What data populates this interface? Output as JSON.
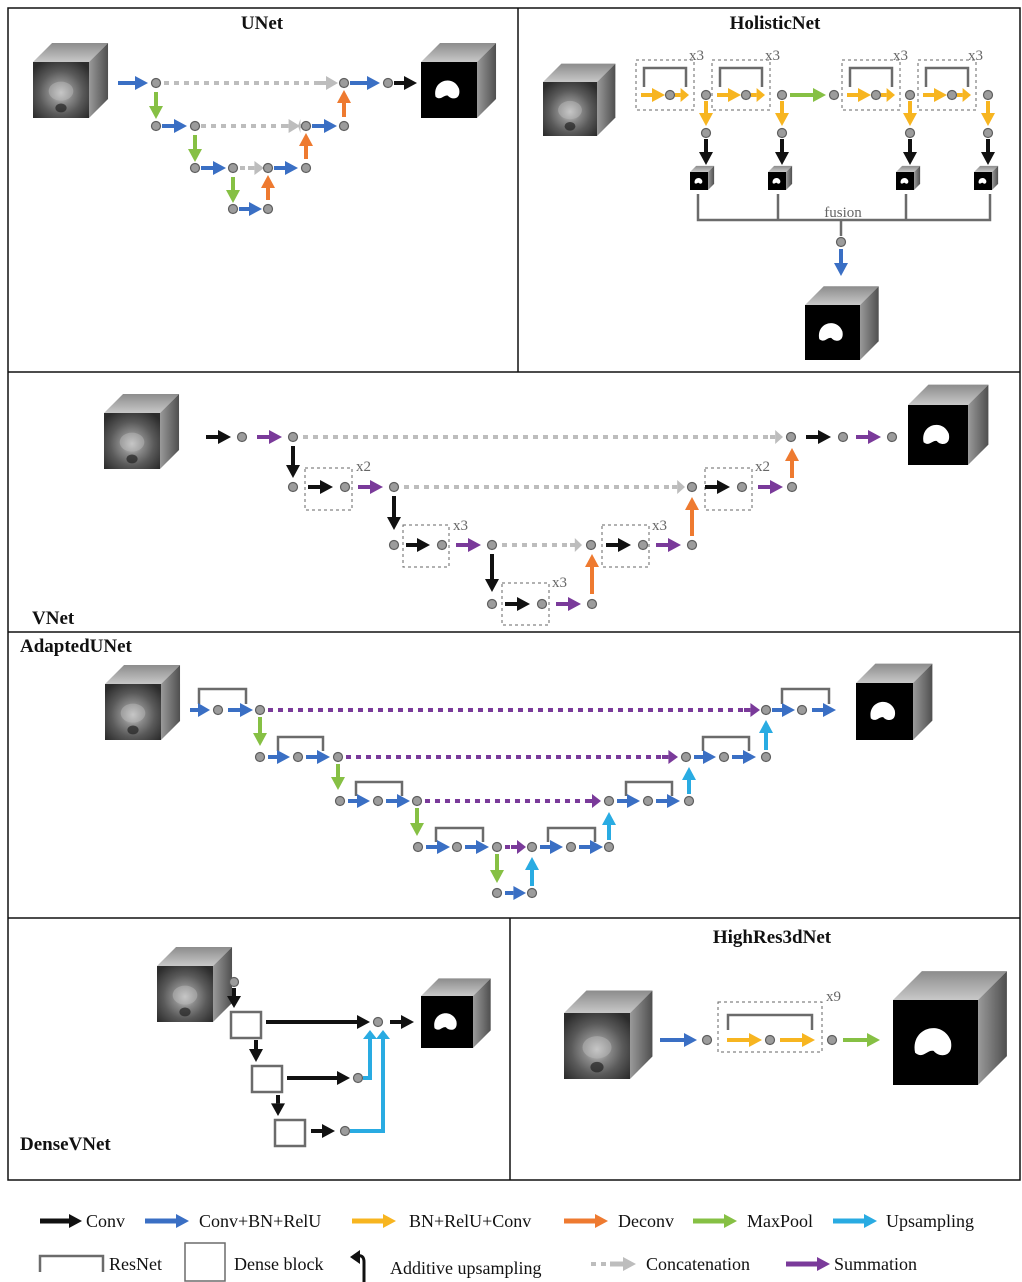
{
  "panels": {
    "unet": {
      "title": "UNet"
    },
    "holistic": {
      "title": "HolisticNet",
      "repeat": "x3",
      "fusion": "fusion"
    },
    "vnet": {
      "title": "VNet",
      "repeat2": "x2",
      "repeat3": "x3"
    },
    "adapted": {
      "title": "AdaptedUNet"
    },
    "densevnet": {
      "title": "DenseVNet"
    },
    "highres": {
      "title": "HighRes3dNet",
      "repeat": "x9"
    }
  },
  "legend": {
    "conv": "Conv",
    "conv_bn_relu": "Conv+BN+RelU",
    "bn_relu_conv": "BN+RelU+Conv",
    "deconv": "Deconv",
    "maxpool": "MaxPool",
    "upsampling": "Upsampling",
    "resnet": "ResNet",
    "dense_block": "Dense block",
    "additive_upsampling": "Additive upsampling",
    "concatenation": "Concatenation",
    "summation": "Summation"
  },
  "colors": {
    "conv": "#111111",
    "conv_bn_relu": "#3a6fc4",
    "bn_relu_conv": "#f7b520",
    "deconv": "#ee7a30",
    "maxpool": "#86c044",
    "upsampling": "#29abe2",
    "concatenation": "#bdbdbd",
    "summation": "#7a3a9a",
    "node": "#9c9c9c"
  }
}
